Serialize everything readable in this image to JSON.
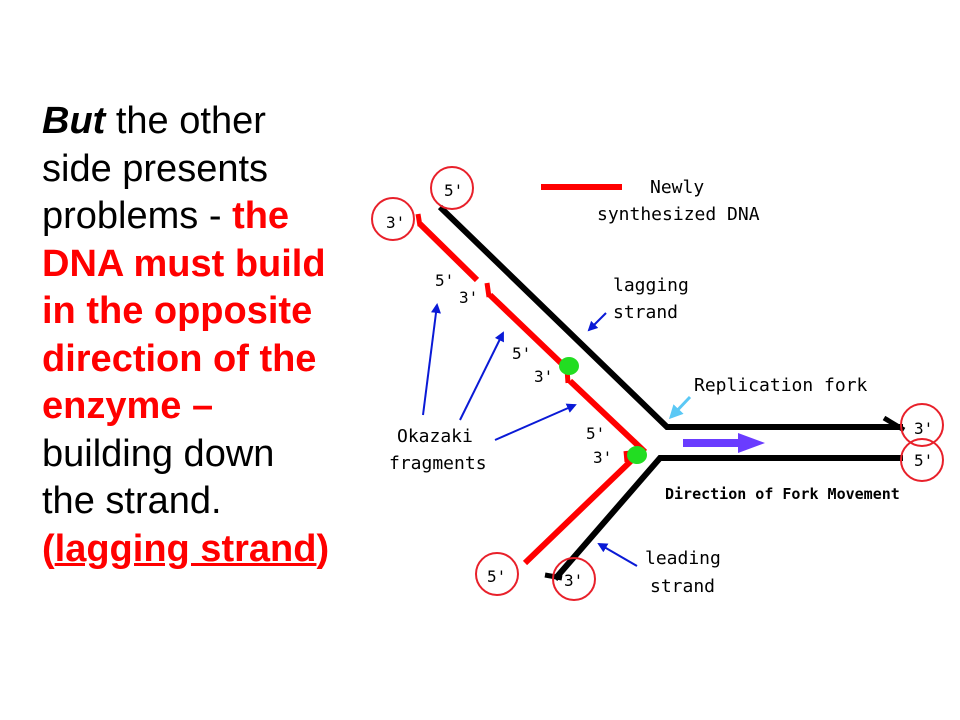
{
  "slide_text": {
    "line1_bold_italic": "But",
    "line1_rest": " the other",
    "line2": "side presents",
    "line3_plain": "problems - ",
    "line3_red": "the",
    "line4_red": "DNA must build",
    "line5_red": "in the opposite",
    "line6_red": "direction of the",
    "line7_red": "enzyme –",
    "line8": "building down",
    "line9": "the strand.",
    "line10_paren_open": "(",
    "line10_underlined": "lagging strand",
    "line10_paren_close": ")"
  },
  "diagram": {
    "legend_line1": "Newly",
    "legend_line2": "synthesized DNA",
    "lagging_label_1": "lagging",
    "lagging_label_2": "strand",
    "leading_label_1": "leading",
    "leading_label_2": "strand",
    "replication_fork": "Replication fork",
    "fork_direction": "Direction of Fork Movement",
    "okazaki_1": "Okazaki",
    "okazaki_2": "fragments",
    "end_labels": {
      "top_5": "5'",
      "top_3": "3'",
      "frag1_5": "5'",
      "frag1_3": "3'",
      "frag2_5": "5'",
      "frag2_3": "3'",
      "frag3_5": "5'",
      "frag3_3": "3'",
      "bottom_5": "5'",
      "bottom_3": "3'",
      "right_3": "3'",
      "right_5": "5'"
    },
    "colors": {
      "new_dna": "#ff0000",
      "template_dna": "#000000",
      "circle": "#e8202a",
      "pointer": "#0a1ad6",
      "fork_arrow": "#6a3cff",
      "fork_pointer": "#5bc8f5",
      "primer": "#22dd22"
    }
  }
}
